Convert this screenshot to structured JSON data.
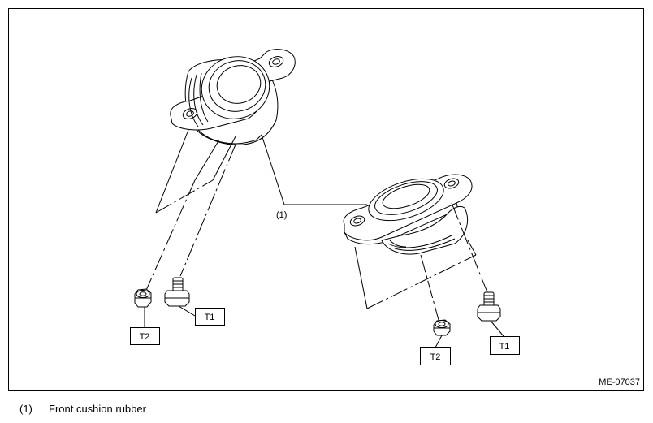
{
  "diagram": {
    "figure_id": "ME-07037",
    "callout": "(1)",
    "torque_labels": {
      "left_nut": "T2",
      "left_bolt": "T1",
      "right_nut": "T2",
      "right_bolt": "T1"
    }
  },
  "caption": {
    "number": "(1)",
    "text": "Front cushion rubber"
  },
  "colors": {
    "line": "#000000",
    "background": "#ffffff"
  }
}
